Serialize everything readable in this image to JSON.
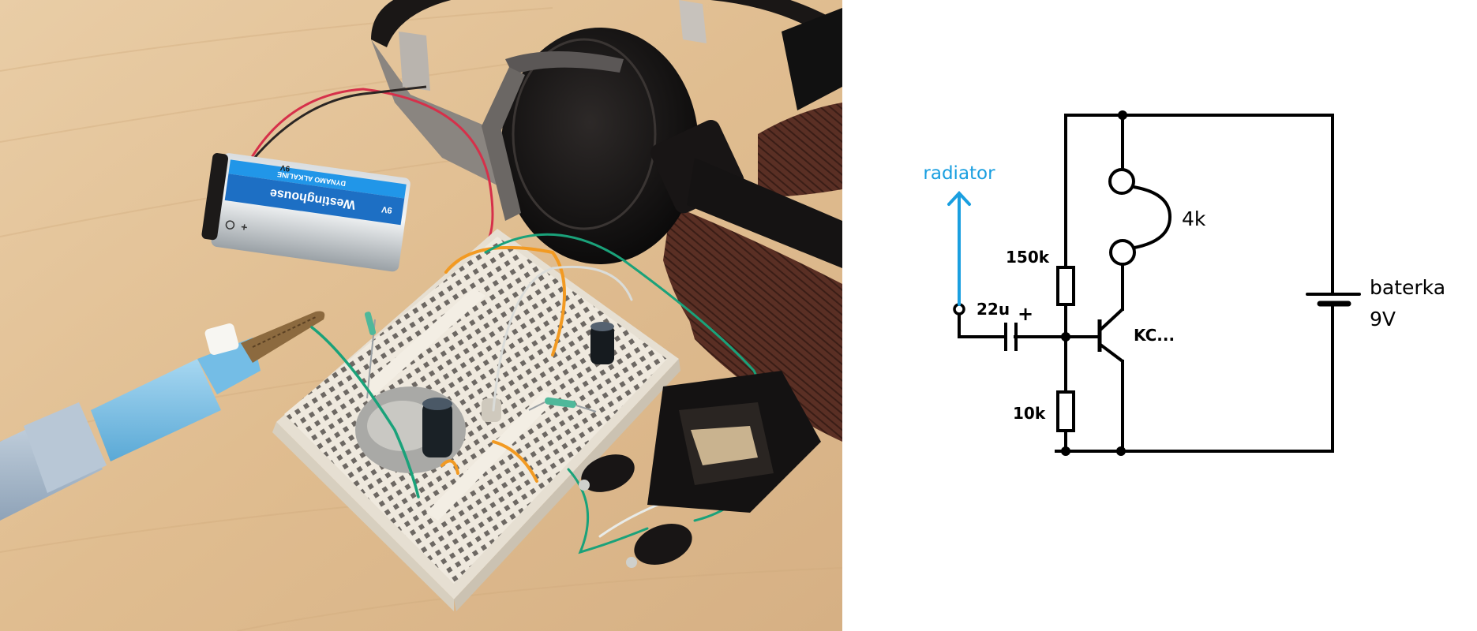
{
  "figure": {
    "photo": {
      "subject": "Breadboard radio receiver prototype with vintage headphones",
      "battery_label": {
        "brand": "Westinghouse",
        "type": "DYNAMO ALKALINE",
        "voltage": "9V",
        "terminal_mark": "+"
      },
      "colors": {
        "desk_wood": "#e2c196",
        "battery_blue": "#1d6fc4",
        "battery_band": "#2196e8",
        "breadboard": "#f1ece2",
        "headphone_black": "#141212",
        "cable_brown": "#5a2f24",
        "wire_green": "#1aa27a",
        "wire_orange": "#f29a22",
        "wire_red": "#d6304a",
        "probe_blue": "#7ec3e8"
      }
    },
    "schematic": {
      "antenna_label": "radiator",
      "input_capacitor": {
        "value": "22u",
        "polarity": "+"
      },
      "bias_resistor_top": "150k",
      "bias_resistor_bottom": "10k",
      "transistor": "KC...",
      "headphones": "4k",
      "battery": {
        "label": "baterka",
        "voltage": "9V"
      },
      "colors": {
        "wire": "#000000",
        "antenna": "#1a9fe0",
        "text": "#000000"
      }
    }
  }
}
